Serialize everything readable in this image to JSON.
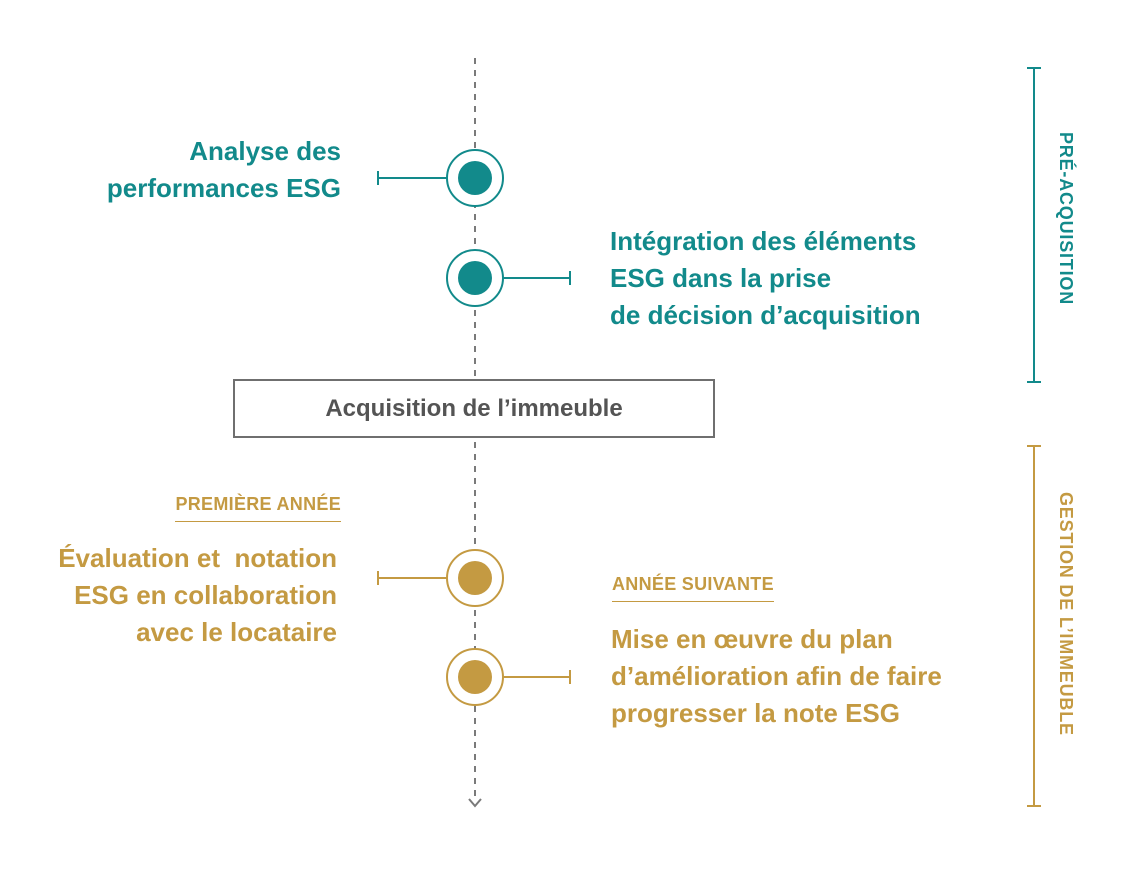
{
  "colors": {
    "teal": "#128a8b",
    "gold": "#c49a42",
    "box_border": "#6f6f6f",
    "box_text": "#545454",
    "timeline": "#7a7a7a"
  },
  "phases": {
    "pre_acquisition": "PRÉ-ACQUISITION",
    "gestion": "GESTION DE L’IMMEUBLE"
  },
  "steps": {
    "analyse": [
      "Analyse des",
      "performances ESG"
    ],
    "integration": [
      "Intégration des éléments",
      "ESG dans la prise",
      "de décision d’acquisition"
    ],
    "evaluation": [
      "Évaluation et  notation",
      "ESG en collaboration",
      "avec le locataire"
    ],
    "mise_en_oeuvre": [
      "Mise en œuvre du plan",
      "d’amélioration afin de faire",
      "progresser la note ESG"
    ]
  },
  "tags": {
    "premiere_annee": "PREMIÈRE ANNÉE",
    "annee_suivante": "ANNÉE SUIVANTE"
  },
  "milestone": {
    "label": "Acquisition de l’immeuble"
  }
}
